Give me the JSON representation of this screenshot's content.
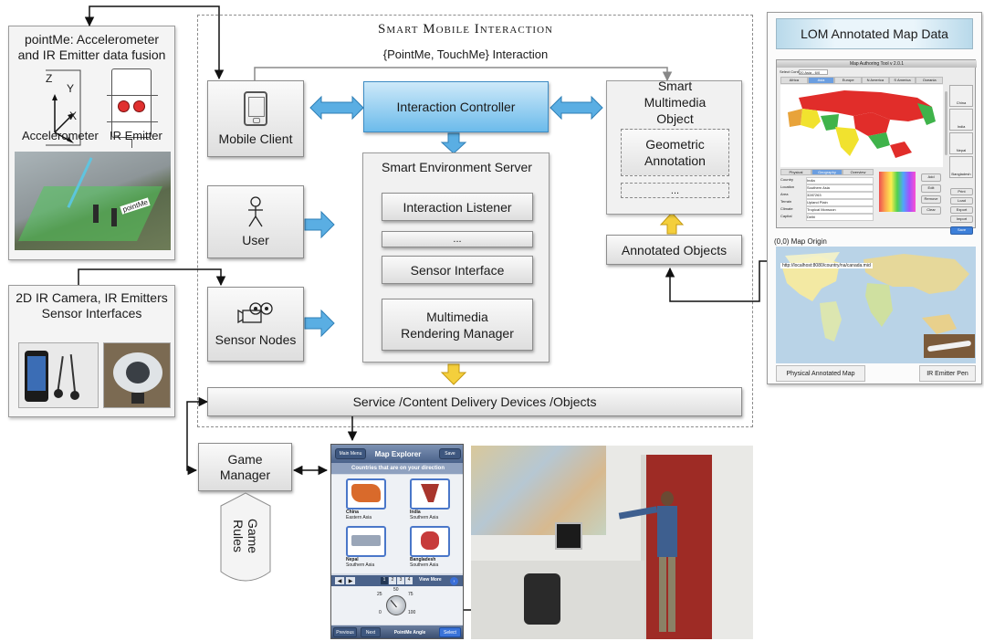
{
  "pointme_panel": {
    "title": "pointMe: Accelerometer and IR Emitter data fusion",
    "accel_label": "Accelerometer",
    "ir_label": "IR Emitter",
    "axis_x": "X",
    "axis_y": "Y",
    "axis_z": "Z",
    "scene_label": "pointMe"
  },
  "sensor_panel": {
    "title": "2D IR Camera, IR Emitters Sensor Interfaces"
  },
  "smi": {
    "title": "Smart Mobile Interaction",
    "interaction_label": "{PointMe, TouchMe} Interaction",
    "mobile_client": "Mobile Client",
    "user": "User",
    "sensor_nodes": "Sensor Nodes",
    "controller": "Interaction Controller",
    "server_title": "Smart Environment Server",
    "interaction_listener": "Interaction Listener",
    "dots": "...",
    "sensor_interface": "Sensor Interface",
    "multimedia_manager": "Multimedia Rendering Manager",
    "smart_object": "Smart Multimedia Object",
    "geometric_annotation": "Geometric Annotation",
    "object_dots": "...",
    "annotated_objects": "Annotated Objects",
    "delivery": "Service /Content Delivery Devices /Objects"
  },
  "game": {
    "manager": "Game Manager",
    "rules": "Game Rules"
  },
  "lom_panel": {
    "title": "LOM Annotated Map Data",
    "app_title": "Map Authoring Tool v 2.0.1",
    "select_continent_label": "Select Continent",
    "continent_value": "20 Asia - 6/0",
    "continent_tabs": [
      "Africa",
      "Asia",
      "Europe",
      "N America",
      "S America",
      "Oceania"
    ],
    "side_thumbs": [
      "China",
      "India",
      "Nepal",
      "Bangladesh"
    ],
    "side_buttons": [
      "Print",
      "Load",
      "Export",
      "Import"
    ],
    "detail_tabs": [
      "Physical",
      "Geography",
      "Overview"
    ],
    "fields": [
      {
        "label": "Country",
        "value": "India"
      },
      {
        "label": "Location",
        "value": "Southern Asia"
      },
      {
        "label": "Area",
        "value": "3287263"
      },
      {
        "label": "Terrain",
        "value": "Upland Plain"
      },
      {
        "label": "Climate",
        "value": "Tropical Monsoon"
      },
      {
        "label": "Capital",
        "value": "Delhi"
      }
    ],
    "action_buttons": [
      "Add",
      "Edit",
      "Remove",
      "Clear"
    ],
    "save_button": "Save"
  },
  "physical_map": {
    "origin_label": "(0,0) Map Origin",
    "url": "http://localhost:8080/country/na/canada.mid",
    "caption": "Physical Annotated Map",
    "pen_caption": "IR Emitter Pen"
  },
  "phone": {
    "main_menu": "Main Menu",
    "title": "Map Explorer",
    "save": "Save",
    "subtitle": "Countries that are on your direction",
    "countries": [
      {
        "name": "China",
        "region": "Eastern Asia"
      },
      {
        "name": "India",
        "region": "Southern Asia"
      },
      {
        "name": "Nepal",
        "region": "Southern Asia"
      },
      {
        "name": "Bangladesh",
        "region": "Southern Asia"
      }
    ],
    "pages": [
      "1",
      "2",
      "3",
      "4"
    ],
    "view_more": "View More",
    "angle_ticks": [
      "25",
      "50",
      "75",
      "0",
      "100"
    ],
    "previous": "Previous",
    "next": "Next",
    "angle_label": "PointMe Angle",
    "select": "Select"
  },
  "colors": {
    "controller_top": "#cde9f9",
    "controller_bottom": "#5fb3e6",
    "blue_arrow": "#5aaee3",
    "yellow_arrow": "#f4cf3c"
  }
}
